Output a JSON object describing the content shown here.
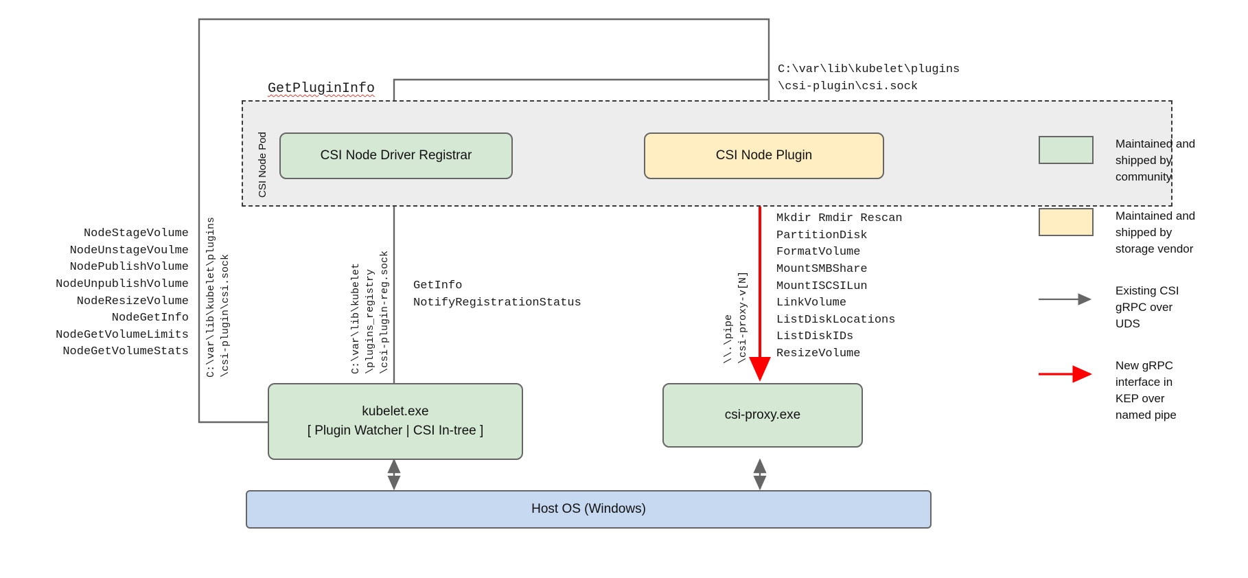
{
  "diagram": {
    "title": "CSI Proxy architecture on Windows",
    "pod": {
      "label": "CSI Node Pod"
    },
    "nodes": {
      "registrar": {
        "label": "CSI Node Driver Registrar",
        "fill": "#d5e8d4"
      },
      "node_plugin": {
        "label": "CSI Node Plugin",
        "fill": "#ffeec2"
      },
      "kubelet": {
        "line1": "kubelet.exe",
        "line2": "[ Plugin Watcher | CSI In-tree ]",
        "fill": "#d5e8d4"
      },
      "csi_proxy": {
        "label": "csi-proxy.exe",
        "fill": "#d5e8d4"
      },
      "host_os": {
        "label": "Host OS (Windows)",
        "fill": "#c6d9f1"
      }
    },
    "labels": {
      "get_plugin_info": "GetPluginInfo",
      "csi_sock_path": "C:\\var\\lib\\kubelet\\plugins\n\\csi-plugin\\csi.sock",
      "node_rpcs": "NodeStageVolume\nNodeUnstageVoulme\nNodePublishVolume\nNodeUnpublishVolume\nNodeResizeVolume\nNodeGetInfo\nNodeGetVolumeLimits\nNodeGetVolumeStats",
      "kubelet_uds_rot_line1": "C:\\var\\lib\\kubelet\\plugins",
      "kubelet_uds_rot_line2": "\\csi-plugin\\csi.sock",
      "registry_rot_line1": "C:\\var\\lib\\kubelet",
      "registry_rot_line2": "\\plugins_registry",
      "registry_rot_line3": "\\csi-plugin-reg.sock",
      "registration_rpcs": "GetInfo\nNotifyRegistrationStatus",
      "pipe_rot_line1": "\\\\.\\pipe",
      "pipe_rot_line2": "\\csi-proxy-v[N]",
      "proxy_rpcs": "Mkdir Rmdir Rescan\nPartitionDisk\nFormatVolume\nMountSMBShare\nMountISCSILun\nLinkVolume\nListDiskLocations\nListDiskIDs\nResizeVolume"
    },
    "legend": [
      {
        "kind": "swatch",
        "color": "#d5e8d4",
        "text": "Maintained and\nshipped by\ncommunity"
      },
      {
        "kind": "swatch",
        "color": "#ffeec2",
        "text": "Maintained and\nshipped by\nstorage vendor"
      },
      {
        "kind": "arrow",
        "color": "#666666",
        "text": "Existing CSI\ngRPC over\nUDS"
      },
      {
        "kind": "arrow",
        "color": "#ff0000",
        "text": "New gRPC\ninterface in\nKEP over\nnamed pipe"
      }
    ],
    "colors": {
      "community_green": "#d5e8d4",
      "vendor_yellow": "#ffeec2",
      "host_blue": "#c6d9f1",
      "pod_gray": "#ededed",
      "edge_gray": "#666666",
      "new_interface_red": "#ff0000"
    }
  }
}
